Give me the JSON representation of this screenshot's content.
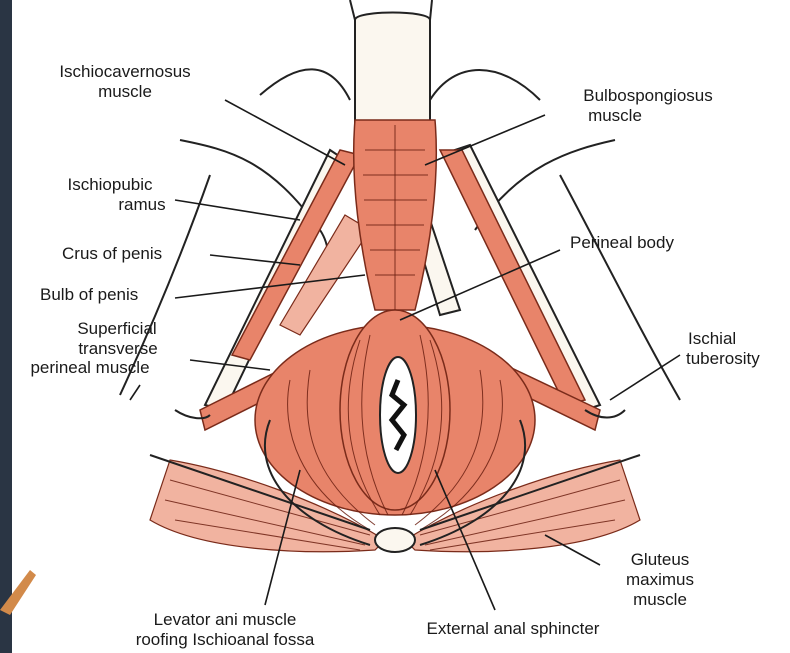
{
  "labels": {
    "ischiocavernosus": [
      "Ischiocavernosus",
      "muscle"
    ],
    "bulbospongiosus": [
      "Bulbospongiosus",
      "muscle"
    ],
    "ischiopubic_ramus": [
      "Ischiopubic",
      "ramus"
    ],
    "crus_of_penis": "Crus of penis",
    "perineal_body": "Perineal body",
    "bulb_of_penis": "Bulb of penis",
    "superficial_transverse": [
      "Superficial",
      "transverse",
      "perineal muscle"
    ],
    "ischial_tuberosity": [
      "Ischial",
      "tuberosity"
    ],
    "gluteus_maximus": [
      "Gluteus",
      "maximus",
      "muscle"
    ],
    "levator_ani": [
      "Levator ani muscle",
      "roofing Ischioanal fossa"
    ],
    "external_anal_sphincter": "External anal sphincter"
  },
  "colors": {
    "background": "#2a3544",
    "panel": "#ffffff",
    "muscle": "#e8846a",
    "muscle_light": "#f1b3a0",
    "fiber": "#6b1f10",
    "bone": "#fbf7ef",
    "ink": "#1a1a1a"
  }
}
